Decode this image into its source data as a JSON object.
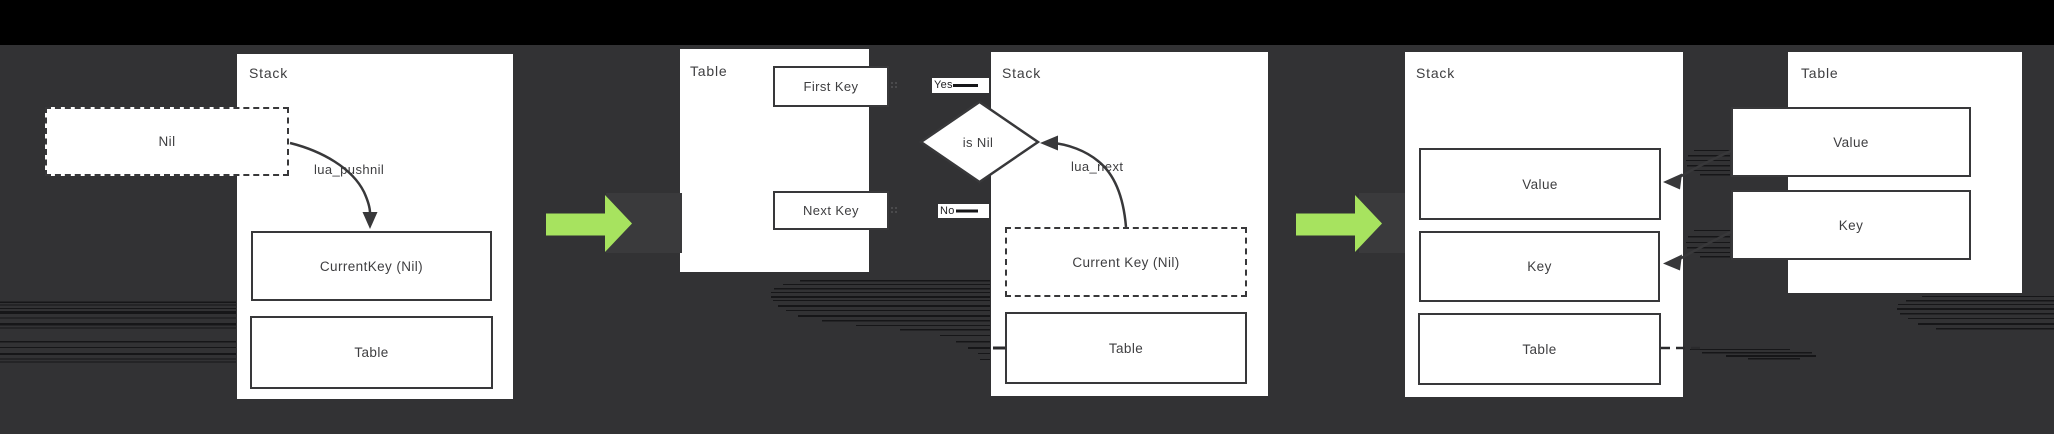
{
  "colors": {
    "background": "#323234",
    "letterbox": "#000000",
    "panel": "#ffffff",
    "line": "#38383a",
    "text": "#3e3e40",
    "arrow_green": "#a7e35f"
  },
  "step1": {
    "stack_title": "Stack",
    "nil_value": "Nil",
    "api_label": "lua_pushnil",
    "slots": {
      "current_key": "CurrentKey (Nil)",
      "table": "Table"
    }
  },
  "step2": {
    "table_title": "Table",
    "first_key": "First Key",
    "next_key": "Next Key",
    "branch_yes": "Yes",
    "branch_no": "No",
    "decision": "is Nil",
    "api_label": "lua_next",
    "stack_title": "Stack",
    "slots": {
      "current_key": "Current Key (Nil)",
      "table": "Table"
    }
  },
  "step3": {
    "stack_title": "Stack",
    "slots": {
      "value": "Value",
      "key": "Key",
      "table": "Table"
    },
    "table_title": "Table",
    "table_slots": {
      "value": "Value",
      "key": "Key"
    }
  }
}
